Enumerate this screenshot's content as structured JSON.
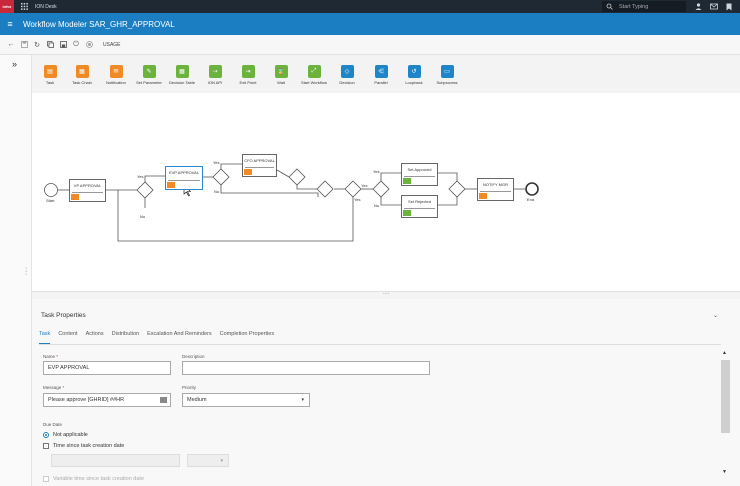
{
  "app_bar": {
    "app_name": "ION Desk",
    "search_placeholder": "Start Typing"
  },
  "title_bar": {
    "title": "Workflow Modeler SAR_GHR_APPROVAL"
  },
  "toolbar": {
    "usage_label": "USAGE"
  },
  "palette": [
    {
      "label": "Task",
      "icon": "task-icon",
      "color": "#f08a24"
    },
    {
      "label": "Task Chain",
      "icon": "task-chain-icon",
      "color": "#f08a24"
    },
    {
      "label": "Notification",
      "icon": "notification-icon",
      "color": "#f08a24"
    },
    {
      "label": "Set Parameter",
      "icon": "set-parameter-icon",
      "color": "#6cb33e"
    },
    {
      "label": "Decision Table",
      "icon": "decision-table-icon",
      "color": "#6cb33e"
    },
    {
      "label": "ION API",
      "icon": "ion-api-icon",
      "color": "#6cb33e"
    },
    {
      "label": "Exit Point",
      "icon": "exit-point-icon",
      "color": "#6cb33e"
    },
    {
      "label": "Wait",
      "icon": "wait-icon",
      "color": "#6cb33e"
    },
    {
      "label": "Start Workflow",
      "icon": "start-workflow-icon",
      "color": "#6cb33e"
    },
    {
      "label": "Decision",
      "icon": "decision-icon",
      "color": "#1e86c8"
    },
    {
      "label": "Parallel",
      "icon": "parallel-icon",
      "color": "#1e86c8"
    },
    {
      "label": "Loopback",
      "icon": "loopback-icon",
      "color": "#1e86c8"
    },
    {
      "label": "Subprocess",
      "icon": "subprocess-icon",
      "color": "#1e86c8"
    }
  ],
  "diagram": {
    "start_label": "Start",
    "end_label": "End",
    "nodes": {
      "vp": "VP APPROVAL",
      "evp": "EVP APPROVAL",
      "cfo": "CFO APPROVAL",
      "set_approved": "Set Approved",
      "set_rejected": "Set Rejected",
      "notify": "NOTIFY MGR"
    },
    "edge_labels": {
      "yes": "Yes",
      "no": "No"
    }
  },
  "properties": {
    "title": "Task Properties",
    "tabs": [
      "Task",
      "Content",
      "Actions",
      "Distribution",
      "Escalation And Reminders",
      "Completion Properties"
    ],
    "active_tab": "Task",
    "name_label": "Name",
    "name_value": "EVP APPROVAL",
    "description_label": "Description",
    "description_value": "",
    "message_label": "Message",
    "message_value": "Please approve [GHRID] ##HR",
    "priority_label": "Priority",
    "priority_value": "Medium",
    "due_date_label": "Due Date",
    "opt_not_applicable": "Not applicable",
    "opt_time_since": "Time since task creation date",
    "opt_variable_time": "Variable time since task creation date"
  }
}
